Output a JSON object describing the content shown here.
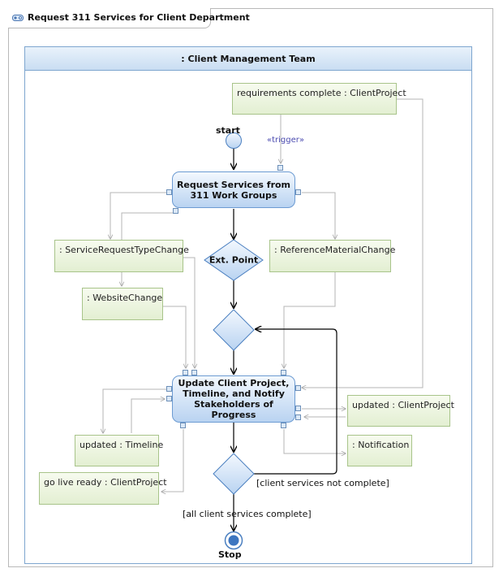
{
  "diagram": {
    "title": "Request 311 Services for Client Department",
    "partition": ": Client Management Team"
  },
  "nodes": {
    "start_label": "start",
    "stop_label": "Stop",
    "ext_point": "Ext. Point",
    "trigger": "«trigger»",
    "request_action_line1": "Request Services from",
    "request_action_line2": "311 Work Groups",
    "update_action_line1": "Update Client Project,",
    "update_action_line2": "Timeline, and Notify",
    "update_action_line3": "Stakeholders of Progress"
  },
  "objects": {
    "requirements_complete": "requirements complete : ClientProject",
    "service_request_type_change": ": ServiceRequestTypeChange",
    "reference_material_change": ": ReferenceMaterialChange",
    "website_change": ": WebsiteChange",
    "updated_client_project": "updated : ClientProject",
    "updated_timeline": "updated : Timeline",
    "notification": ": Notification",
    "go_live_ready": "go live ready : ClientProject"
  },
  "guards": {
    "not_complete": "[client services not complete]",
    "all_complete": "[all client services complete]"
  },
  "colors": {
    "action_fill": "#b9d3f1",
    "object_fill": "#e3efd2",
    "pool_header": "#c9ddf2",
    "flow_line": "#000000",
    "object_flow_line": "#b5b5b5",
    "stereotype": "#4b4bb0"
  }
}
